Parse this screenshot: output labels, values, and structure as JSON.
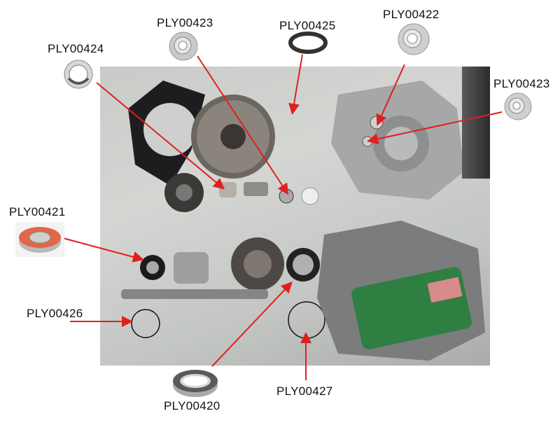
{
  "title": "Mid-drive motor exploded view with bearing and seal part numbers",
  "colors": {
    "arrow": "#e02020",
    "background": "#ffffff",
    "photo": "#cdd0cd"
  },
  "callouts": [
    {
      "id": "ply00424",
      "label": "PLY00424",
      "part_type": "needle-bearing"
    },
    {
      "id": "ply00423a",
      "label": "PLY00423",
      "part_type": "ball-bearing"
    },
    {
      "id": "ply00425",
      "label": "PLY00425",
      "part_type": "oil-seal"
    },
    {
      "id": "ply00422",
      "label": "PLY00422",
      "part_type": "ball-bearing"
    },
    {
      "id": "ply00423b",
      "label": "PLY00423",
      "part_type": "ball-bearing"
    },
    {
      "id": "ply00421",
      "label": "PLY00421",
      "part_type": "sealed-bearing-orange"
    },
    {
      "id": "ply00426",
      "label": "PLY00426",
      "part_type": "o-ring"
    },
    {
      "id": "ply00420",
      "label": "PLY00420",
      "part_type": "thin-section-bearing"
    },
    {
      "id": "ply00427",
      "label": "PLY00427",
      "part_type": "o-ring"
    }
  ]
}
